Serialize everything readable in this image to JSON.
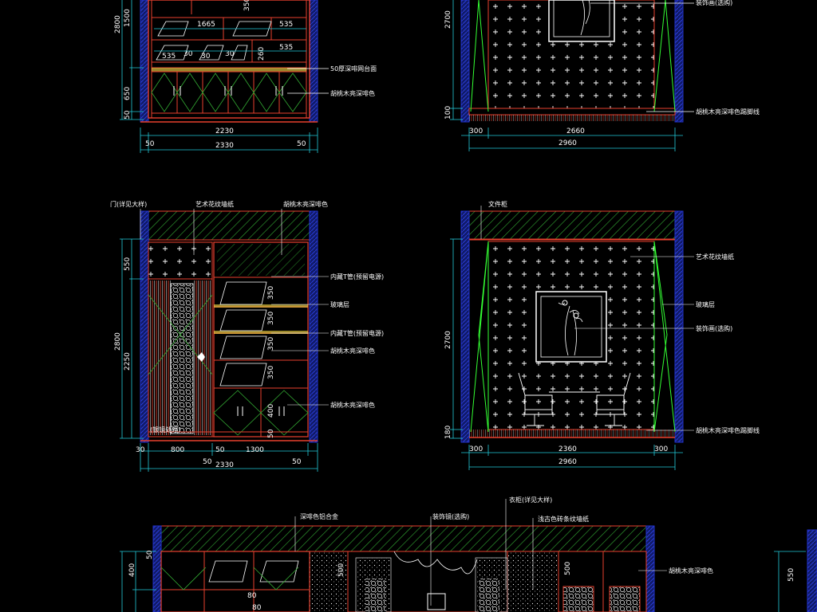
{
  "colors": {
    "background": "#000000",
    "wall": "#2233cc",
    "frame": "#e8402e",
    "dimension": "#22c8d8",
    "hatch": "#33aa33",
    "fixture": "#ffffff",
    "bright_green": "#33ff33",
    "yellow": "#ffe24a"
  },
  "topleft": {
    "dims_vertical": [
      "2800",
      "1500",
      "650",
      "50"
    ],
    "dims_inner": [
      "350",
      "535",
      "1665",
      "30",
      "535",
      "535",
      "30",
      "30",
      "260"
    ],
    "label_countertop": "50厚深啡网台面",
    "label_cabinet": "胡桃木亮深啡色",
    "dims_bottom": [
      "2230",
      "50",
      "2330",
      "50"
    ]
  },
  "topright": {
    "dim_height": "2700",
    "dim_base": "100",
    "label_decor": "装饰画(选购)",
    "label_skirting": "胡桃木亮深啡色踢脚线",
    "dims_bottom": [
      "300",
      "2660",
      "2960"
    ]
  },
  "midleft": {
    "label_door": "门(详见大样)",
    "label_wallpaper": "艺术花纹墙纸",
    "label_top": "胡桃木亮深啡色",
    "label_light1": "内藏T管(预留电源)",
    "label_glass": "玻璃层",
    "label_light2": "内藏T管(预留电源)",
    "label_wood1": "胡桃木亮深啡色",
    "label_wood2": "胡桃木亮深啡色",
    "label_etched": "(银镜处理)",
    "dims_vertical": [
      "550",
      "2800",
      "2250"
    ],
    "dims_inner": [
      "350",
      "350",
      "350",
      "350",
      "400",
      "50"
    ],
    "dims_bottom": [
      "30",
      "800",
      "50",
      "1300",
      "50",
      "2330",
      "50"
    ]
  },
  "midright": {
    "label_cornice": "文件柜",
    "label_wallpaper": "艺术花纹墙纸",
    "label_panel": "玻璃层",
    "label_picture": "装饰画(选购)",
    "label_skirting": "胡桃木亮深啡色踢脚线",
    "dim_height": "2700",
    "dim_base": "180",
    "dims_bottom": [
      "300",
      "2360",
      "300",
      "2960"
    ]
  },
  "bottom": {
    "label_alloy": "深啡色铝合金",
    "label_frame": "装饰镜(选购)",
    "label_cabinet": "衣柜(详见大样)",
    "label_wallpaper": "浅古色砖条纹墙纸",
    "label_wood": "胡桃木亮深啡色",
    "dims_vertical": [
      "400",
      "50"
    ],
    "dims_inner": [
      "500",
      "500",
      "80",
      "80"
    ],
    "dim_right": "550"
  }
}
